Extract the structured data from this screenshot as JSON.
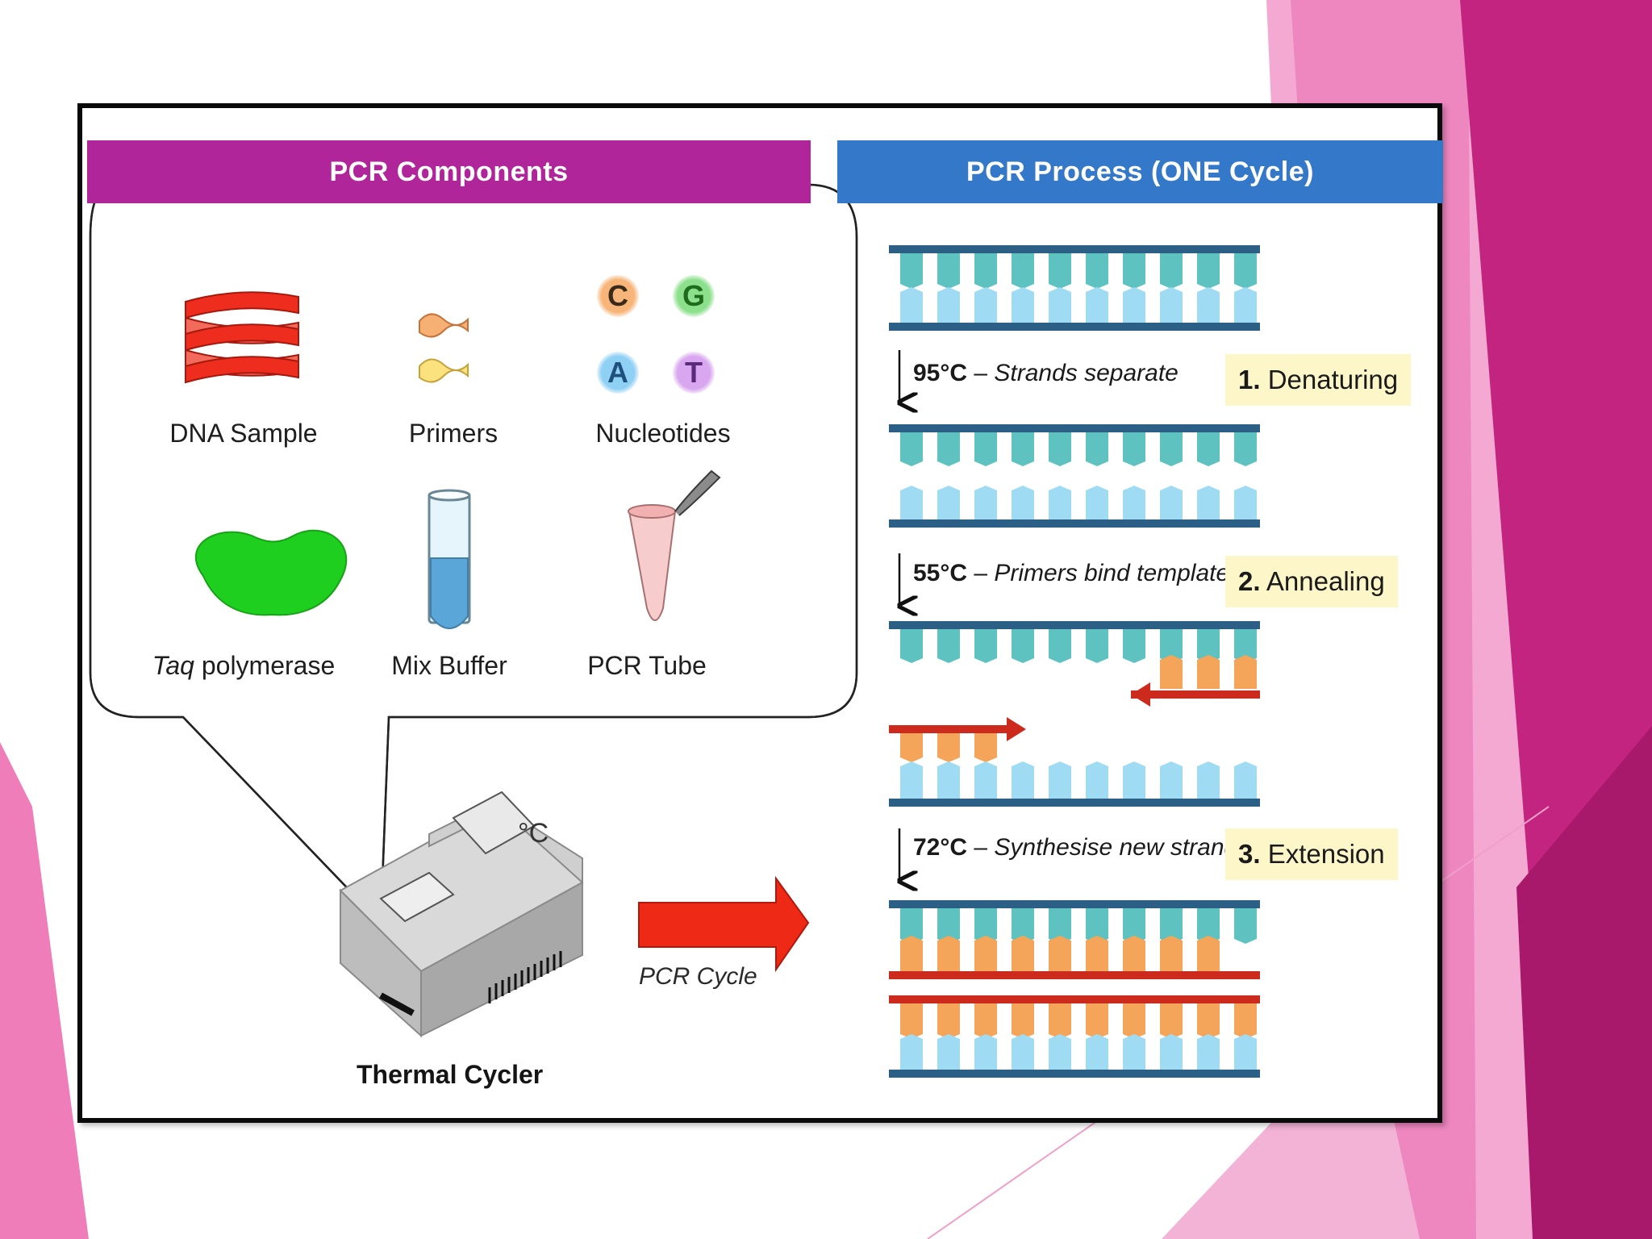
{
  "colors": {
    "components_banner": "#b0259a",
    "process_banner": "#3478c9",
    "strand_backbone": "#2b5f86",
    "base_teal": "#5ec3c0",
    "base_blue": "#9fdcf3",
    "new_base_orange": "#f5a55a",
    "primer_red": "#cc2a1c",
    "step_badge": "#fdf6c9",
    "slide_magenta": "#c2247f",
    "slide_pink": "#ee86c0"
  },
  "components": {
    "title": "PCR Components",
    "items": [
      {
        "label": "DNA Sample",
        "icon": "dna-helix-icon"
      },
      {
        "label": "Primers",
        "icon": "primer-squiggles-icon"
      },
      {
        "label": "Nucleotides",
        "icon": "nucleotide-bubbles-icon"
      },
      {
        "label_italic": "Taq",
        "label": " polymerase",
        "icon": "enzyme-blob-icon"
      },
      {
        "label": "Mix Buffer",
        "icon": "test-tube-icon"
      },
      {
        "label": "PCR Tube",
        "icon": "pcr-tube-icon"
      }
    ],
    "nucleotides": [
      {
        "letter": "C",
        "color": "#f7b57a",
        "text_color": "#3a2a1a"
      },
      {
        "letter": "G",
        "color": "#8ce08c",
        "text_color": "#1e6b1e"
      },
      {
        "letter": "A",
        "color": "#8fd0f5",
        "text_color": "#1e4f7d"
      },
      {
        "letter": "T",
        "color": "#d9a6f0",
        "text_color": "#5a2a7d"
      }
    ]
  },
  "thermal_cycler": {
    "label": "Thermal Cycler",
    "display": "°C"
  },
  "cycle_arrow": {
    "label": "PCR Cycle"
  },
  "process": {
    "title": "PCR Process  (ONE Cycle)",
    "steps": [
      {
        "temp": "95°C",
        "desc": "Strands separate",
        "number": "1.",
        "name": "Denaturing"
      },
      {
        "temp": "55°C",
        "desc": "Primers bind template",
        "number": "2.",
        "name": "Annealing"
      },
      {
        "temp": "72°C",
        "desc": "Synthesise new strand",
        "number": "3.",
        "name": "Extension"
      }
    ]
  }
}
